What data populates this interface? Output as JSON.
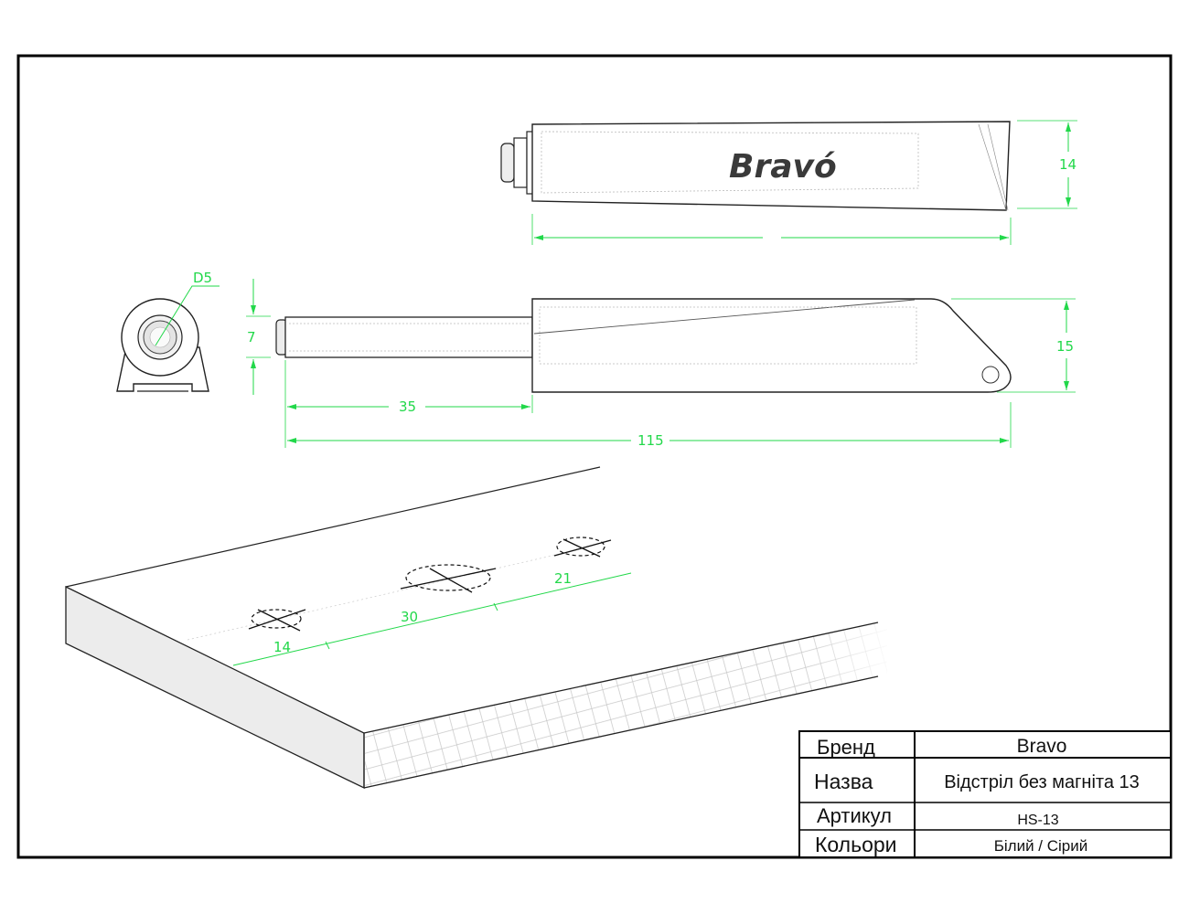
{
  "dimensions": {
    "height_top": "14",
    "diameter": "D5",
    "plunger_height": "7",
    "height_side": "15",
    "plunger_length": "35",
    "total_length": "115",
    "spacing_a": "14",
    "spacing_b": "30",
    "spacing_c": "21"
  },
  "logo": {
    "text": "Bravó"
  },
  "title_block": {
    "brand_label": "Бренд",
    "brand_value": "Bravo",
    "name_label": "Назва",
    "name_value": "Відстріл без магніта 13",
    "article_label": "Артикул",
    "article_value": "HS-13",
    "colors_label": "Кольори",
    "colors_value": "Білий / Сірий"
  },
  "colors": {
    "dimension": "#22d84a",
    "outline": "#111111",
    "frame": "#000000"
  }
}
